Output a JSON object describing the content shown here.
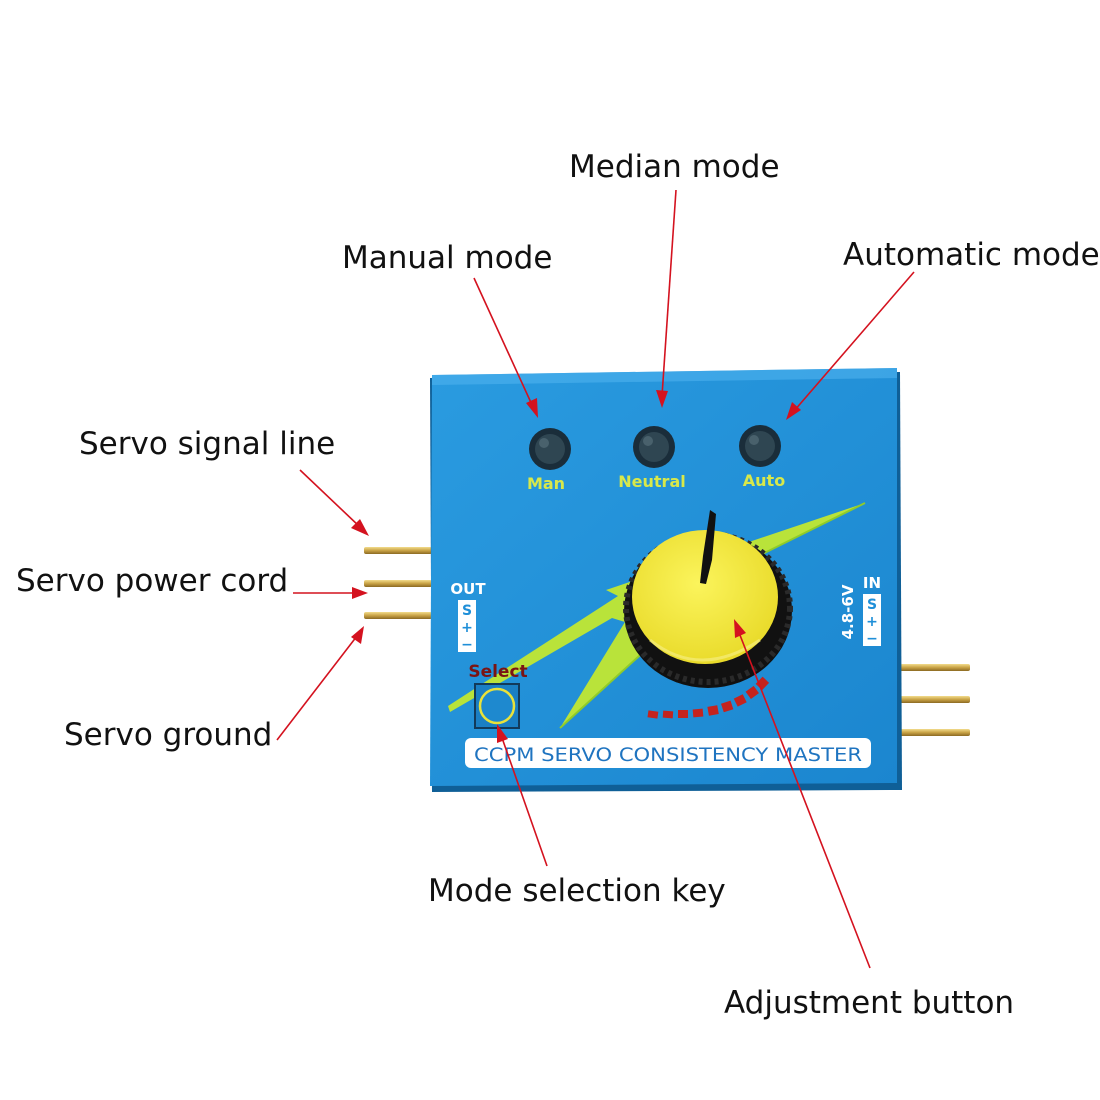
{
  "callouts": {
    "median_mode": "Median mode",
    "manual_mode": "Manual mode",
    "automatic_mode": "Automatic mode",
    "servo_signal_line": "Servo signal line",
    "servo_power_cord": "Servo power cord",
    "servo_ground": "Servo ground",
    "mode_selection_key": "Mode selection key",
    "adjustment_button": "Adjustment button"
  },
  "board": {
    "led_labels": {
      "man": "Man",
      "neutral": "Neutral",
      "auto": "Auto"
    },
    "out_label": "OUT",
    "out_pins": {
      "s": "S",
      "plus": "+",
      "minus": "−"
    },
    "in_label": "IN",
    "in_pins": {
      "s": "S",
      "plus": "+",
      "minus": "−"
    },
    "voltage": "4.8-6V",
    "select_label": "Select",
    "title": "CCPM SERVO CONSISTENCY MASTER"
  },
  "colors": {
    "board_blue": "#1f8fd8",
    "board_blue_dark": "#1573b8",
    "lightning": "#b9e33a",
    "knob_yellow": "#f3ea3a",
    "arrow_red": "#d4121f",
    "led_label_yellow": "#d8e84a",
    "pin_gold": "#c9a346"
  }
}
